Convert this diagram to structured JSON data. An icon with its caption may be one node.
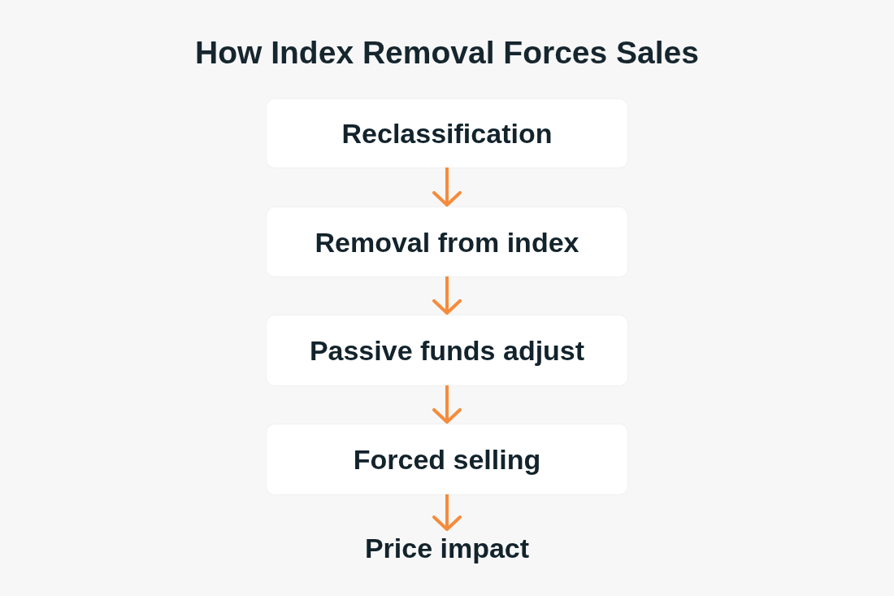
{
  "diagram": {
    "title": "How Index Removal Forces Sales",
    "nodes": [
      {
        "text": [
          "Reclassification"
        ]
      },
      {
        "text": [
          "Removal from index"
        ]
      },
      {
        "text": [
          "Passive funds adjust"
        ]
      },
      {
        "text": [
          "Forced selling"
        ]
      },
      {
        "text": [
          "Price impact"
        ]
      }
    ],
    "edges": [
      {
        "from": 0,
        "to": 1,
        "arrow": "to"
      },
      {
        "from": 1,
        "to": 2,
        "arrow": "to"
      },
      {
        "from": 2,
        "to": 3,
        "arrow": "to"
      },
      {
        "from": 3,
        "to": 4,
        "arrow": "to"
      }
    ]
  }
}
